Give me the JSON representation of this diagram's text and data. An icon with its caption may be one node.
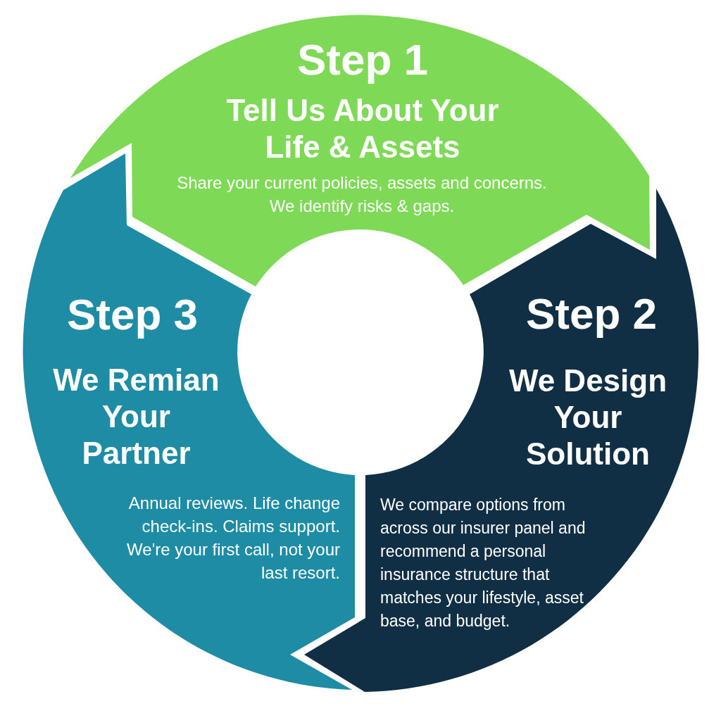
{
  "diagram": {
    "nodes": [
      {
        "text": [
          "Step 1",
          "Tell Us About Your Life & Assets",
          "Share your current policies, assets and concerns. We identify risks & gaps."
        ]
      },
      {
        "text": [
          "Step 2",
          "We Design Your Solution",
          "We compare options from across our insurer panel and recommend a personal insurance structure that matches your lifestyle, asset base, and budget."
        ]
      },
      {
        "text": [
          "Step 3",
          "We Remian Your Partner",
          "Annual reviews. Life change check-ins. Claims support. We're your first call, not your last resort."
        ]
      }
    ]
  }
}
